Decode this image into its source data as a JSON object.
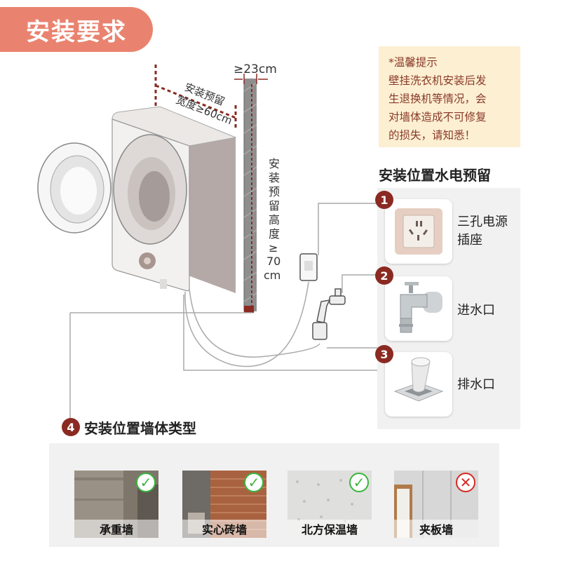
{
  "title": "安装要求",
  "tip": {
    "lines": [
      "*温馨提示",
      "壁挂洗衣机安装后发",
      "生退换机等情况，会",
      "对墙体造成不可修复",
      "的损失，请知悉！"
    ]
  },
  "diagram": {
    "width_label_line1": "安装预留",
    "width_label_line2": "宽度≥60cm",
    "depth_label": "≥23cm",
    "height_label_chars": [
      "安",
      "装",
      "预",
      "留",
      "高",
      "度",
      "≥",
      "70",
      "cm"
    ]
  },
  "reserve": {
    "title": "安装位置水电预留",
    "items": [
      {
        "num": "1",
        "label_line1": "三孔电源",
        "label_line2": "插座",
        "icon": "power-socket-icon"
      },
      {
        "num": "2",
        "label_line1": "进水口",
        "label_line2": "",
        "icon": "water-faucet-icon"
      },
      {
        "num": "3",
        "label_line1": "排水口",
        "label_line2": "",
        "icon": "floor-drain-icon"
      }
    ]
  },
  "wall_types": {
    "num": "4",
    "title": "安装位置墙体类型",
    "items": [
      {
        "label": "承重墙",
        "ok": true,
        "mark": "✓"
      },
      {
        "label": "实心砖墙",
        "ok": true,
        "mark": "✓"
      },
      {
        "label": "北方保温墙",
        "ok": true,
        "mark": "✓"
      },
      {
        "label": "夹板墙",
        "ok": false,
        "mark": "✕"
      }
    ]
  },
  "colors": {
    "accent": "#e9836f",
    "tip_bg": "#fcefd2",
    "marker": "#8a2a22",
    "ok": "#3bb53e",
    "no": "#d52a22"
  }
}
